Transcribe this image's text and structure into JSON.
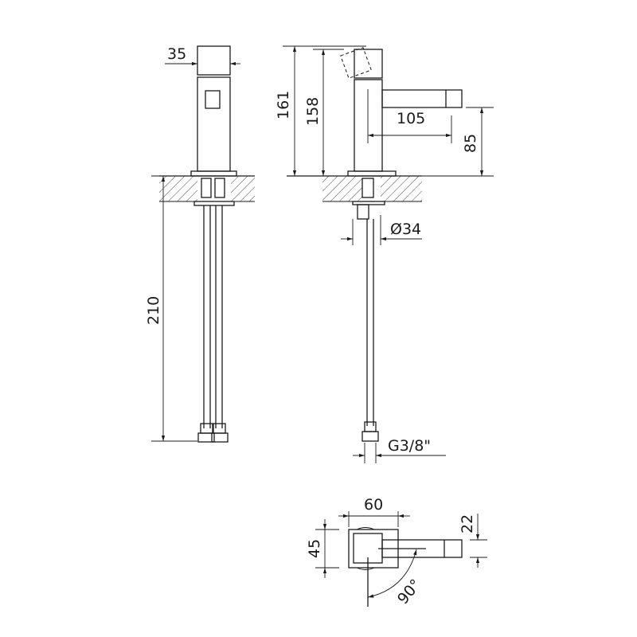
{
  "drawing": {
    "front_view": {
      "width_dim": "35",
      "hose_length_dim": "210"
    },
    "side_view": {
      "total_height_dim": "161",
      "body_height_dim": "158",
      "spout_reach_dim": "105",
      "spout_height_dim": "85",
      "base_diameter_dim": "Ø34",
      "thread_dim": "G3/8\""
    },
    "top_view": {
      "body_length_dim": "60",
      "body_depth_dim": "45",
      "spout_width_dim": "22",
      "rotation_angle": "90°"
    }
  },
  "colors": {
    "line": "#1a1a1a",
    "background": "#ffffff"
  }
}
